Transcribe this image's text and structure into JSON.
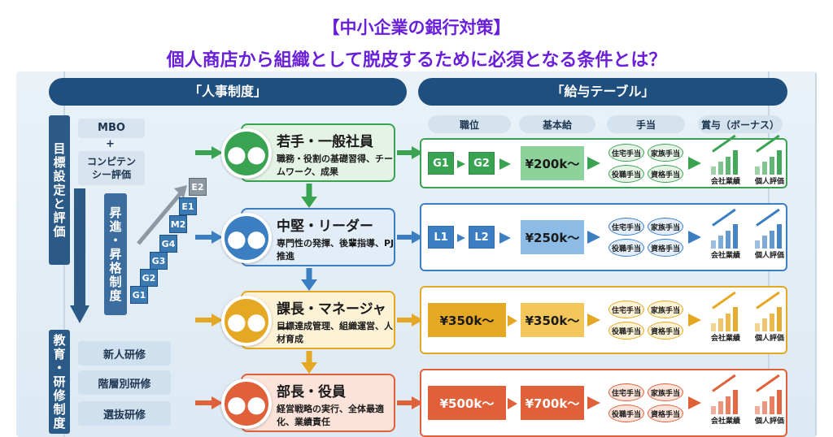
{
  "title": {
    "line1": "【中小企業の銀行対策】",
    "line2": "個人商店から組織として脱皮するために必須となる条件とは？"
  },
  "sections": {
    "hr": "「人事制度」",
    "pay": "「給与テーブル」"
  },
  "left": {
    "goal_label": "目標設定と評価",
    "mbo": "MBO",
    "plus": "+",
    "competency": "コンピテンシー評価",
    "promotion_label": "昇進・昇格制度",
    "education_label": "教育・研修制度",
    "trainings": [
      "新人研修",
      "階層別研修",
      "選抜研修"
    ],
    "steps": [
      "G1",
      "G2",
      "G3",
      "G4",
      "M2",
      "E1",
      "E2"
    ]
  },
  "table_headers": [
    "職位",
    "基本給",
    "手当",
    "賞与（ボーナス）"
  ],
  "roles": [
    {
      "title": "若手・一般社員",
      "desc": "職務・役割の基礎習得、チームワーク、成果",
      "grades": [
        "G1",
        "G2"
      ],
      "salary": "¥200k～",
      "color": "#3aa352",
      "light": "#e4f3e6"
    },
    {
      "title": "中堅・リーダー",
      "desc": "専門性の発揮、後輩指導、PJ推進",
      "grades": [
        "L1",
        "L2"
      ],
      "salary": "¥250k～",
      "color": "#3b7ec2",
      "light": "#e2edf8"
    },
    {
      "title": "課長・マネージャー",
      "desc": "目標達成管理、組織運営、人材育成",
      "grades": [
        "¥350k～"
      ],
      "salary": "¥350k～",
      "color": "#e5a824",
      "light": "#fdf2d6"
    },
    {
      "title": "部長・役員",
      "desc": "経営戦略の実行、全体最適化、業績責任",
      "grades": [
        "¥500k～"
      ],
      "salary": "¥700k～",
      "color": "#e0603a",
      "light": "#fbe3da"
    }
  ],
  "allowances": [
    "住宅手当",
    "家族手当",
    "役職手当",
    "資格手当"
  ],
  "bonus_labels": [
    "会社業績",
    "個人評価"
  ]
}
